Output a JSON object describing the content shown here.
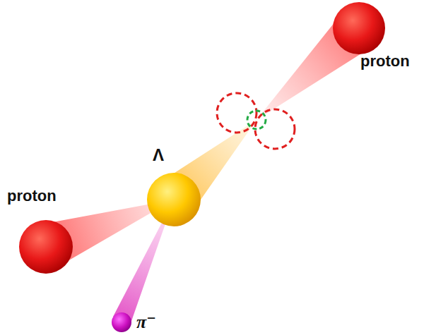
{
  "diagram": {
    "labels": [
      "proton",
      "Λ",
      "proton",
      "π⁻"
    ]
  }
}
